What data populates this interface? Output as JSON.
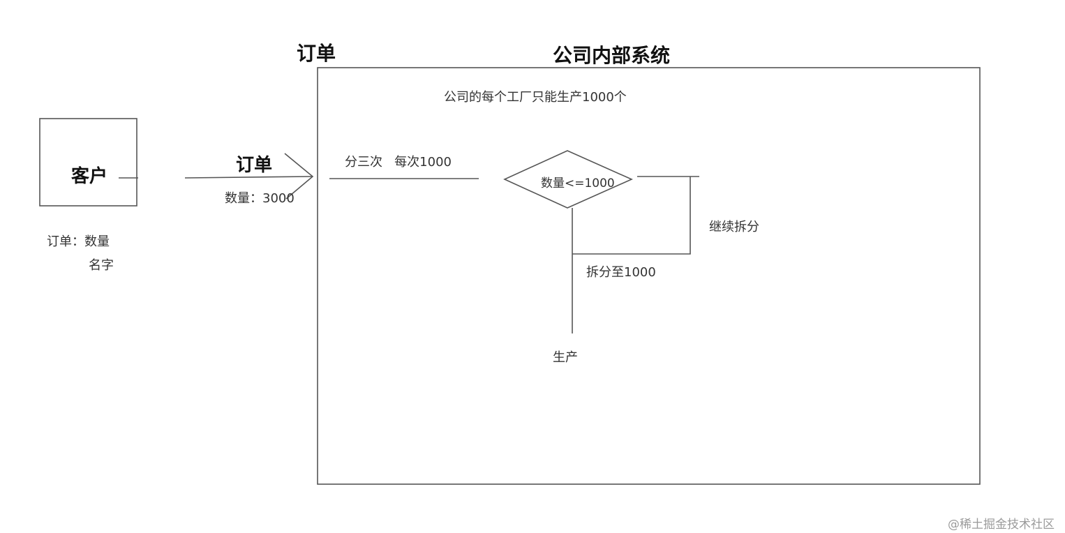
{
  "diagram": {
    "customer": {
      "label": "客户",
      "attr_line1": "订单：数量",
      "attr_line2": "名字"
    },
    "order_arrow": {
      "label": "订单",
      "quantity": "数量：3000"
    },
    "system": {
      "top_label": "订单",
      "title": "公司内部系统",
      "note": "公司的每个工厂只能生产1000个"
    },
    "split_label": "分三次   每次1000",
    "decision": "数量<=1000",
    "loop_label": "继续拆分",
    "split_to": "拆分至1000",
    "produce": "生产"
  },
  "watermark": "@稀土掘金技术社区",
  "colors": {
    "line": "#555555",
    "text": "#222222",
    "watermark": "#9a9a9a"
  }
}
